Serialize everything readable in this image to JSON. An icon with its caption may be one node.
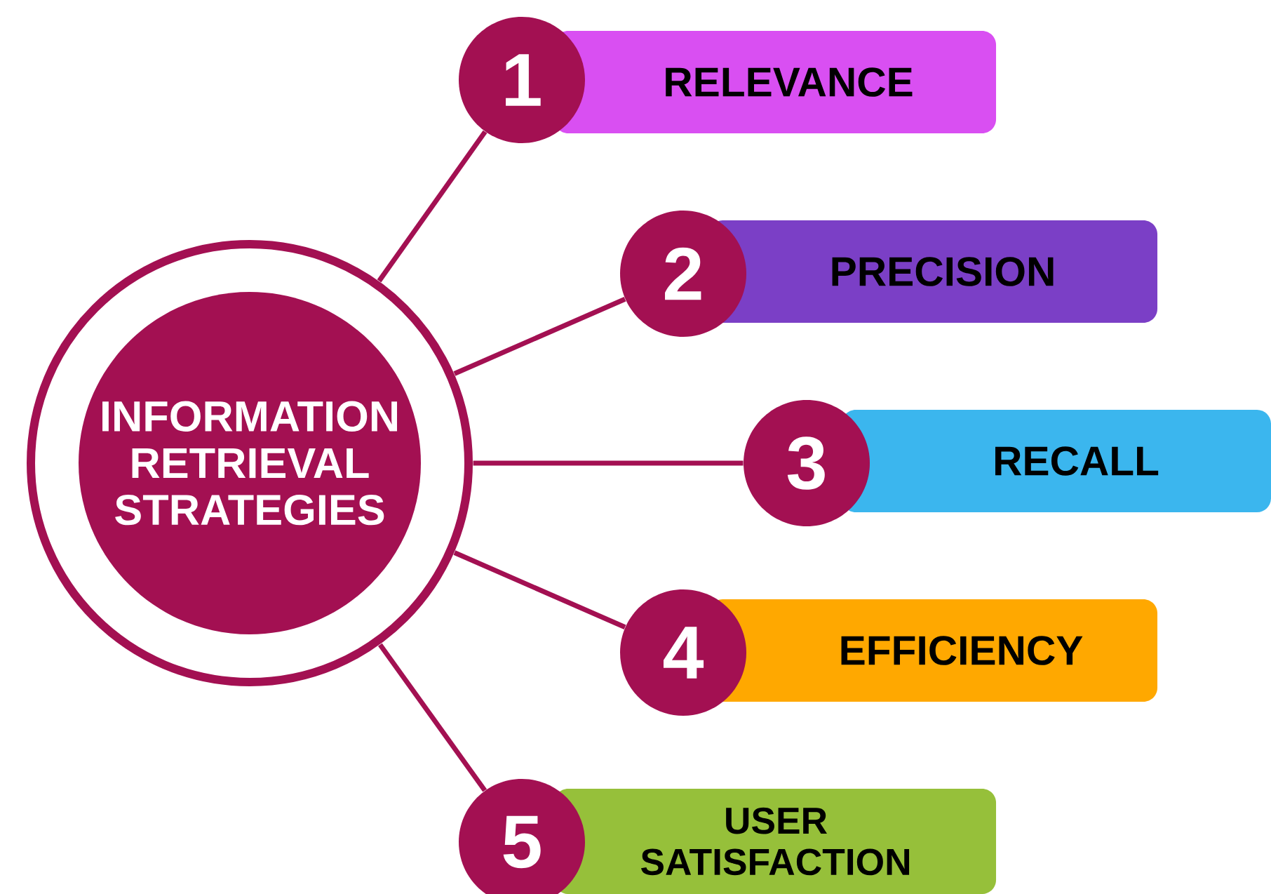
{
  "diagram": {
    "nodes": [
      {
        "text": [
          "INFORMATION RETRIEVAL STRATEGIES"
        ]
      },
      {
        "text": [
          "1"
        ]
      },
      {
        "text": [
          "RELEVANCE"
        ]
      },
      {
        "text": [
          "2"
        ]
      },
      {
        "text": [
          "PRECISION"
        ]
      },
      {
        "text": [
          "3"
        ]
      },
      {
        "text": [
          "RECALL"
        ]
      },
      {
        "text": [
          "4"
        ]
      },
      {
        "text": [
          "EFFICIENCY"
        ]
      },
      {
        "text": [
          "5"
        ]
      },
      {
        "text": [
          "USER SATISFACTION"
        ]
      }
    ],
    "edges": [
      {
        "from": 0,
        "to": 1,
        "arrow": "none"
      },
      {
        "from": 0,
        "to": 3,
        "arrow": "none"
      },
      {
        "from": 0,
        "to": 5,
        "arrow": "none"
      },
      {
        "from": 0,
        "to": 7,
        "arrow": "none"
      },
      {
        "from": 0,
        "to": 9,
        "arrow": "none"
      }
    ]
  }
}
